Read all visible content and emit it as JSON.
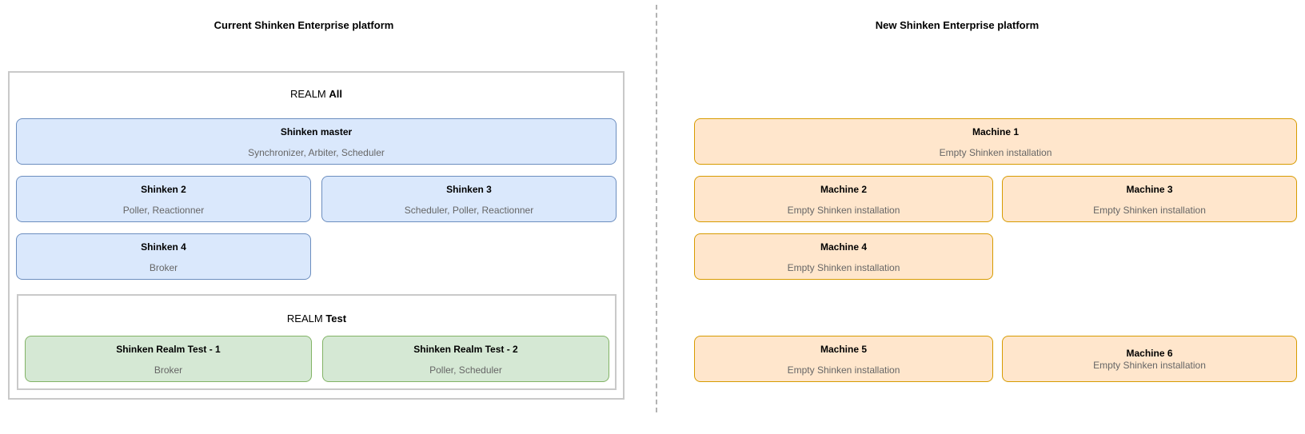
{
  "left_panel": {
    "title": "Current Shinken Enterprise platform",
    "realm_all": {
      "prefix": "REALM",
      "name": "All"
    },
    "nodes": {
      "master": {
        "title": "Shinken master",
        "subtitle": "Synchronizer, Arbiter, Scheduler"
      },
      "shinken2": {
        "title": "Shinken 2",
        "subtitle": "Poller, Reactionner"
      },
      "shinken3": {
        "title": "Shinken 3",
        "subtitle": "Scheduler, Poller, Reactionner"
      },
      "shinken4": {
        "title": "Shinken 4",
        "subtitle": "Broker"
      }
    },
    "realm_test": {
      "prefix": "REALM",
      "name": "Test"
    },
    "test_nodes": {
      "test1": {
        "title": "Shinken Realm Test - 1",
        "subtitle": "Broker"
      },
      "test2": {
        "title": "Shinken Realm Test - 2",
        "subtitle": "Poller, Scheduler"
      }
    }
  },
  "right_panel": {
    "title": "New Shinken Enterprise platform",
    "machines": [
      {
        "title": "Machine 1",
        "subtitle": "Empty Shinken installation"
      },
      {
        "title": "Machine 2",
        "subtitle": "Empty Shinken installation"
      },
      {
        "title": "Machine 3",
        "subtitle": "Empty Shinken installation"
      },
      {
        "title": "Machine 4",
        "subtitle": "Empty Shinken installation"
      },
      {
        "title": "Machine 5",
        "subtitle": "Empty Shinken installation"
      },
      {
        "title": "Machine 6",
        "subtitle": "Empty Shinken installation"
      }
    ]
  },
  "colors": {
    "node_blue_fill": "#dae8fc",
    "node_blue_border": "#6c8ebf",
    "node_green_fill": "#d5e8d4",
    "node_green_border": "#82b366",
    "node_orange_fill": "#ffe6cc",
    "node_orange_border": "#d79b00",
    "realm_container_border": "#c9c9c9",
    "divider": "#b3b3b3",
    "subtitle_text": "#666666",
    "title_text": "#000000"
  }
}
